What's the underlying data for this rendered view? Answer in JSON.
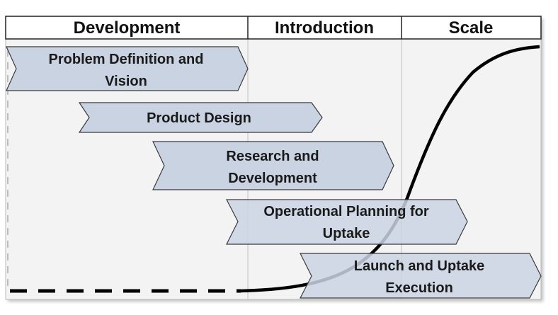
{
  "phases": [
    {
      "label": "Development"
    },
    {
      "label": "Introduction"
    },
    {
      "label": "Scale"
    }
  ],
  "steps": [
    {
      "lines": [
        "Problem Definition and",
        "Vision"
      ]
    },
    {
      "lines": [
        "Product Design"
      ]
    },
    {
      "lines": [
        "Research and",
        "Development"
      ]
    },
    {
      "lines": [
        "Operational Planning for",
        "Uptake"
      ]
    },
    {
      "lines": [
        "Launch and Uptake",
        "Execution"
      ]
    }
  ],
  "colors": {
    "chevron_fill": "#c9d3e2",
    "chevron_stroke": "#3a3a3a",
    "curve": "#000000",
    "panel_bg": "#f3f3f3",
    "grid": "#c8c8c8"
  }
}
